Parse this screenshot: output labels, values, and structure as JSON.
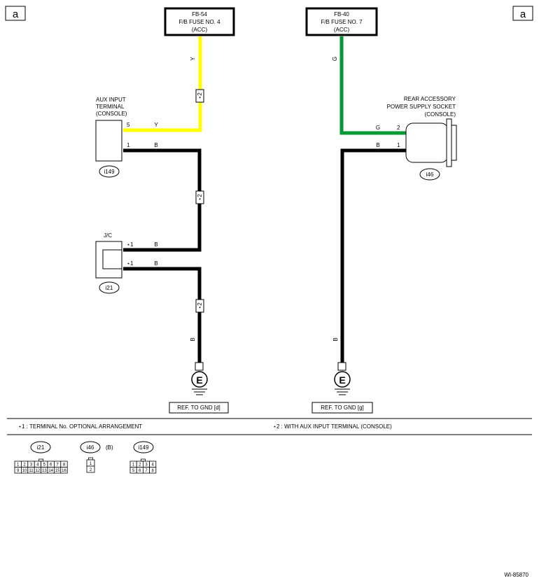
{
  "corner_left": "a",
  "corner_right": "a",
  "fuse_left": {
    "line1": "FB-54",
    "line2": "F/B FUSE NO. 4",
    "line3": "(ACC)"
  },
  "fuse_right": {
    "line1": "FB-40",
    "line2": "F/B FUSE NO. 7",
    "line3": "(ACC)"
  },
  "aux": {
    "line1": "AUX INPUT",
    "line2": "TERMINAL",
    "line3": "(CONSOLE)",
    "connector": "i149",
    "pin_y": "5",
    "pin_b": "1"
  },
  "jc": {
    "label": "J/C",
    "connector": "i21",
    "pin_top": "⋆1",
    "pin_bottom": "⋆1"
  },
  "socket": {
    "line1": "REAR ACCESSORY",
    "line2": "POWER SUPPLY SOCKET",
    "line3": "(CONSOLE)",
    "connector": "i46",
    "pin_g": "2",
    "pin_b": "1"
  },
  "wire": {
    "y": "Y",
    "b": "B",
    "g": "G",
    "star2": "⋆2"
  },
  "ground": {
    "symbol": "E",
    "ref_left": "REF. TO GND [d]",
    "ref_right": "REF. TO GND [g]"
  },
  "notes": {
    "n1": "⋆1  : TERMINAL No. OPTIONAL ARRANGEMENT",
    "n2": "⋆2  : WITH AUX INPUT TERMINAL (CONSOLE)"
  },
  "legend": {
    "i21": {
      "label": "i21",
      "pins": [
        "1",
        "2",
        "3",
        "4",
        "5",
        "6",
        "7",
        "8",
        "9",
        "10",
        "11",
        "12",
        "13",
        "14",
        "15",
        "16"
      ]
    },
    "i46": {
      "label": "i46",
      "suffix": "(B)",
      "pins": [
        "1",
        "2"
      ]
    },
    "i149": {
      "label": "i149",
      "pins": [
        "1",
        "2",
        "3",
        "4",
        "5",
        "6",
        "7",
        "8"
      ]
    }
  },
  "figure_id": "WI-85870",
  "colors": {
    "yellow": "#ffff00",
    "green": "#009933",
    "black": "#000000"
  }
}
